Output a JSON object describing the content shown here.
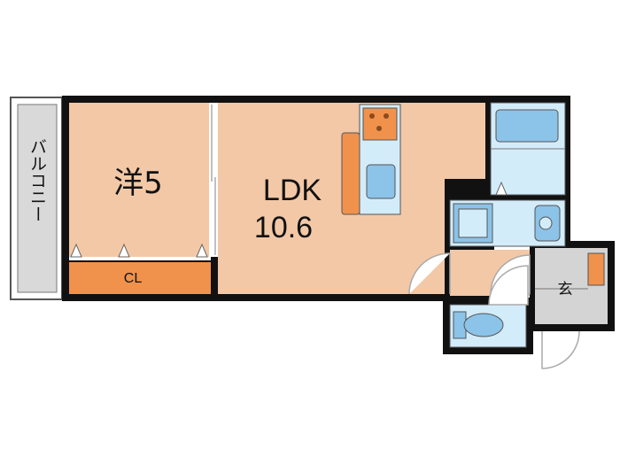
{
  "rooms": {
    "western_room": {
      "label": "洋5"
    },
    "ldk": {
      "label": "LDK",
      "size": "10.6"
    },
    "closet": {
      "label": "CL"
    },
    "entrance": {
      "label": "玄"
    },
    "balcony": {
      "label": "バルコニー"
    }
  },
  "colors": {
    "wall": "#111111",
    "floor": "#f2c8a6",
    "closet": "#f0924c",
    "balcony": "#d9d9d9",
    "wet_area": "#d3ecfa",
    "fixture": "#8cc3e8",
    "entrance_floor": "#d4d4d4",
    "door_line": "#aaaaaa"
  }
}
